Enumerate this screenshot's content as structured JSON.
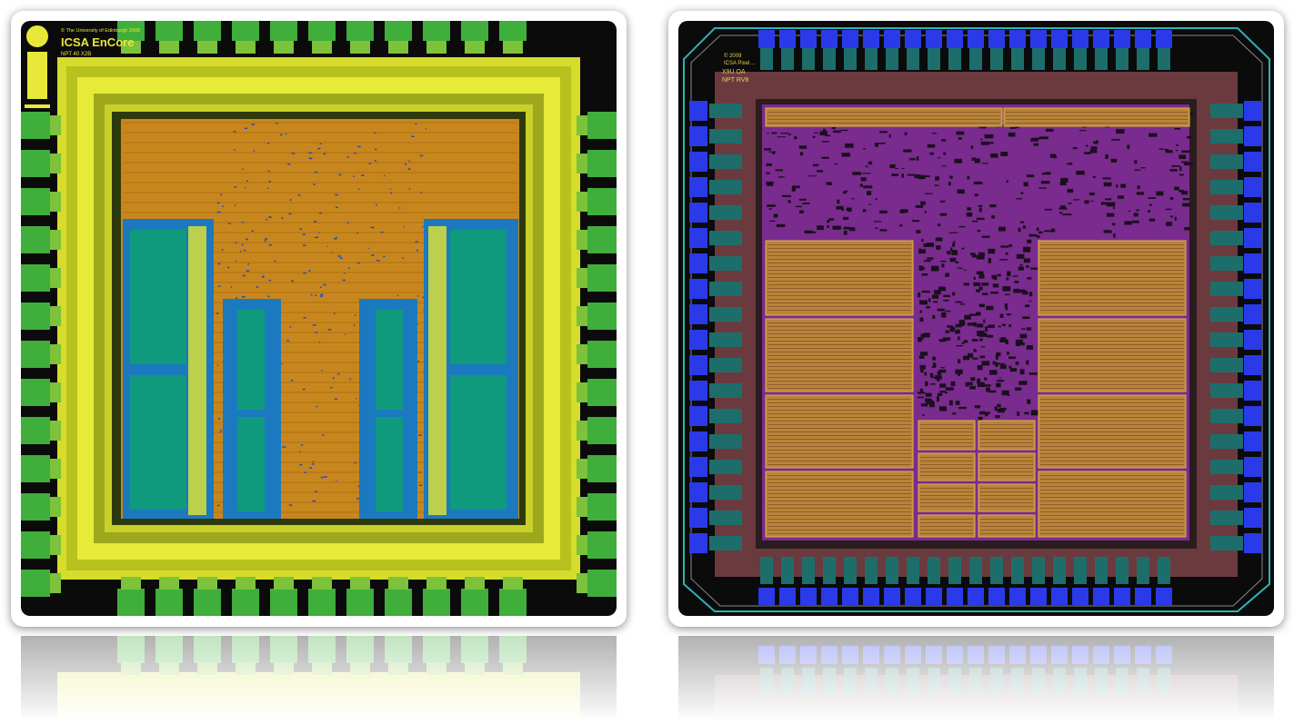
{
  "panels": [
    {
      "id": "left-die",
      "logo_text": "i",
      "chip_name": "ICSA EnCore",
      "copyright": "© The University of Edinburgh 2008",
      "process": "NPT 40 X2B",
      "colors": {
        "background": "#0b0b0b",
        "pad_green": "#3fae3a",
        "ring_yellow": "#e8e83a",
        "core_orange": "#c8871e",
        "memory_teal": "#0f9a7d",
        "memory_blue": "#1b79c0"
      }
    },
    {
      "id": "right-die",
      "chip_name": "ICSA Pixel…",
      "copyright": "© 2009",
      "label_line1": "X9U OA",
      "label_line2": "NPT RV8",
      "colors": {
        "background": "#0b0b0b",
        "pad_blue": "#2a3ae8",
        "pad_frame": "#6b3a3f",
        "core_purple": "#7a2b8e",
        "block_orange": "#b8843a",
        "ring_teal": "#29b5b5"
      }
    }
  ]
}
